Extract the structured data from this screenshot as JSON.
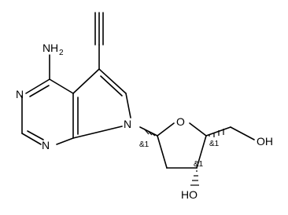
{
  "molecule": {
    "atoms": {
      "amine_N": "N",
      "amine_H": "H",
      "amine_sub": "2",
      "ring_N_top": "N",
      "ring_N_bottom": "N",
      "ring_N_pyrrole": "N",
      "ring_O": "O",
      "hydroxymethyl_OH": "OH",
      "hydroxyl_OH": "HO"
    },
    "stereo_labels": {
      "c1": "&1",
      "c4": "&1",
      "c3": "&1"
    }
  },
  "colors": {
    "bond": "#000000",
    "background": "#ffffff"
  }
}
